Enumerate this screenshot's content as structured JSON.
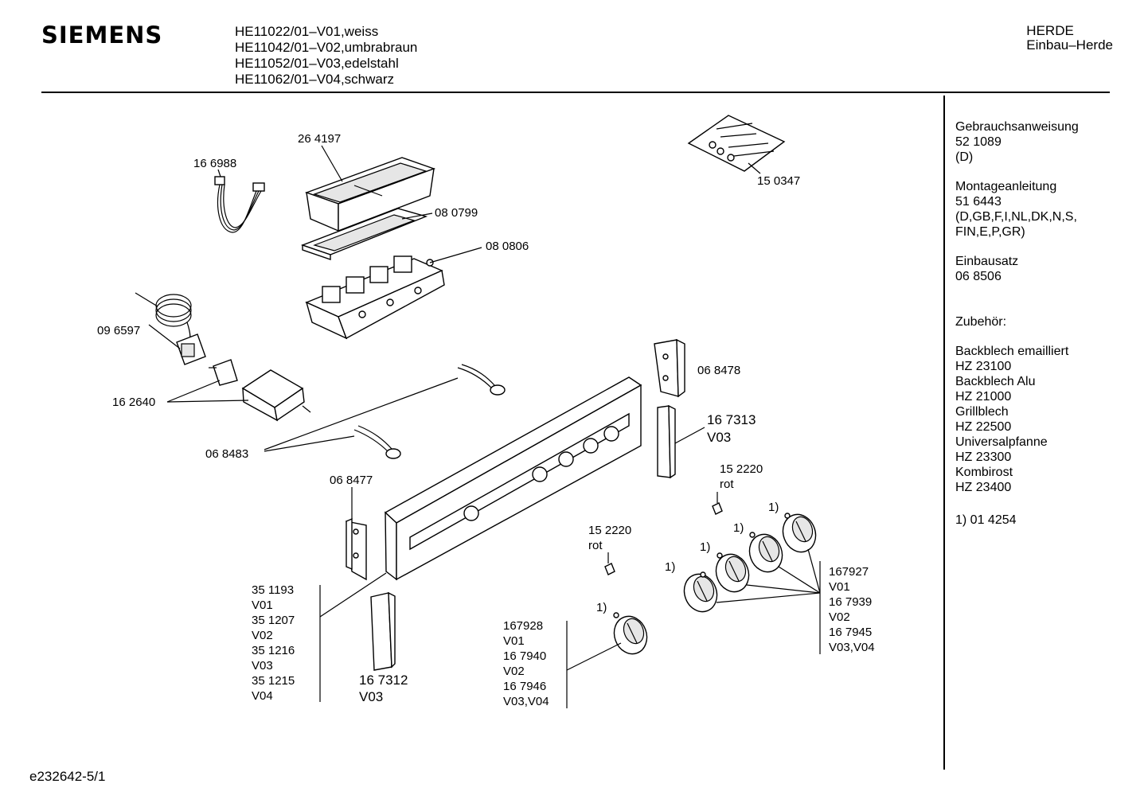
{
  "header": {
    "brand": "SIEMENS",
    "models": [
      "HE11022/01–V01,weiss",
      "HE11042/01–V02,umbrabraun",
      "HE11052/01–V03,edelstahl",
      "HE11062/01–V04,schwarz"
    ],
    "category_1": "HERDE",
    "category_2": "Einbau–Herde"
  },
  "sidebar": {
    "groups": [
      [
        "Gebrauchsanweisung",
        "52 1089",
        "(D)"
      ],
      [
        "Montageanleitung",
        "51 6443",
        "(D,GB,F,I,NL,DK,N,S,",
        "FIN,E,P,GR)"
      ],
      [
        "Einbausatz",
        "06 8506"
      ],
      [
        " "
      ],
      [
        "Zubehör:"
      ],
      [
        "Backblech emailliert",
        "HZ 23100",
        "Backblech Alu",
        "HZ 21000",
        "Grillblech",
        "HZ 22500",
        "Universalpfanne",
        "HZ 23300",
        "Kombirost",
        "HZ 23400"
      ],
      [
        "1)  01 4254"
      ]
    ]
  },
  "labels": {
    "p264197": "26 4197",
    "p166988": "16 6988",
    "p080799": "08 0799",
    "p080806": "08 0806",
    "p150347": "15 0347",
    "p096597": "09 6597",
    "p162640": "16 2640",
    "p068478": "06 8478",
    "p167313": "16 7313",
    "p167313v": "V03",
    "p068483": "06 8483",
    "p068477": "06 8477",
    "p152220a": "15 2220",
    "p152220a_rot": "rot",
    "p152220b": "15 2220",
    "p152220b_rot": "rot",
    "p167312": "16 7312",
    "p167312v": "V03",
    "fn": "1)",
    "col_left": [
      "35 1193",
      "V01",
      "35 1207",
      "V02",
      "35 1216",
      "V03",
      "35 1215",
      "V04"
    ],
    "col_mid": [
      "167928",
      "V01",
      "16 7940",
      "V02",
      "16 7946",
      "V03,V04"
    ],
    "col_right": [
      "167927",
      "V01",
      "16 7939",
      "V02",
      "16 7945",
      "V03,V04"
    ]
  },
  "footer": "e232642-5/1"
}
